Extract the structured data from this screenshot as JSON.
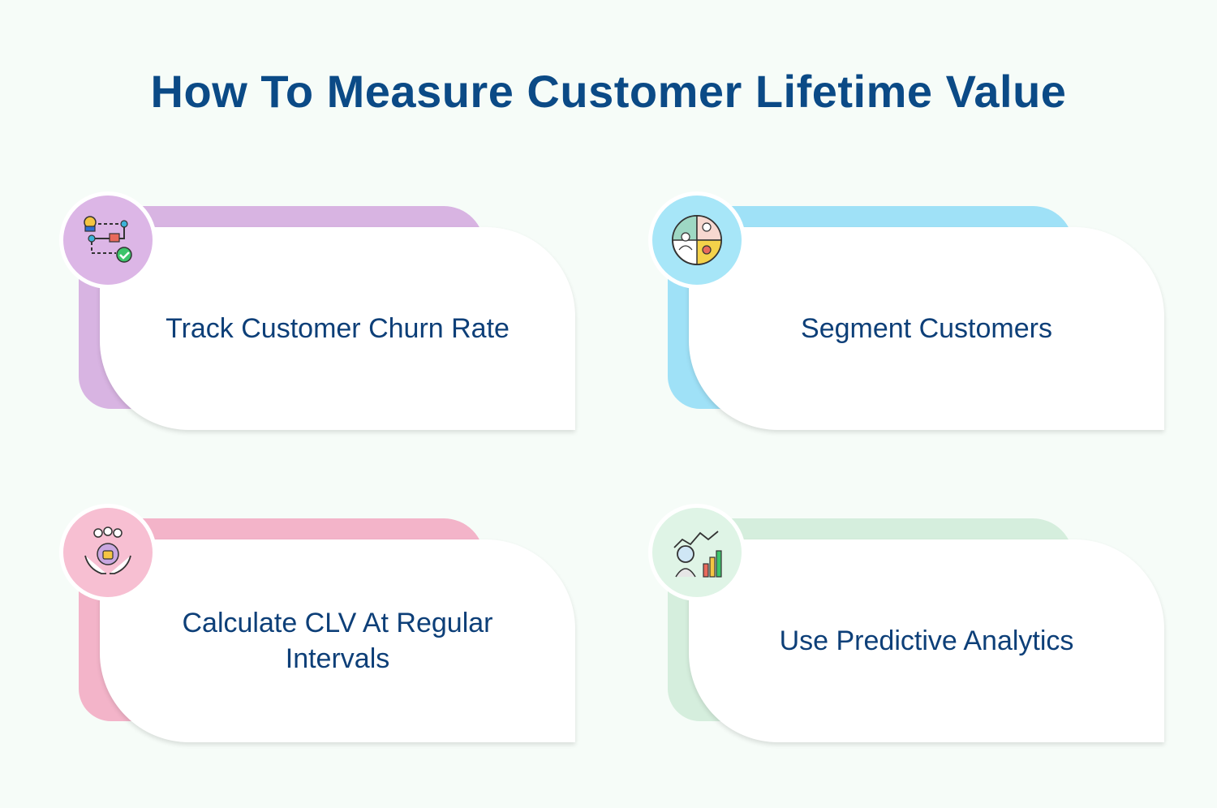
{
  "title": "How To Measure Customer Lifetime Value",
  "cards": [
    {
      "label": "Track Customer Churn Rate",
      "icon": "process-flow-icon",
      "color": "#d8b4e2",
      "badge": "#dcb6e6"
    },
    {
      "label": "Segment Customers",
      "icon": "segmentation-icon",
      "color": "#9fe1f7",
      "badge": "#a7e6f8"
    },
    {
      "label": "Calculate CLV At Regular Intervals",
      "icon": "hands-customers-icon",
      "color": "#f3b4c9",
      "badge": "#f7bfd2"
    },
    {
      "label": "Use Predictive Analytics",
      "icon": "analytics-person-icon",
      "color": "#d5eedd",
      "badge": "#dff4e6"
    }
  ]
}
